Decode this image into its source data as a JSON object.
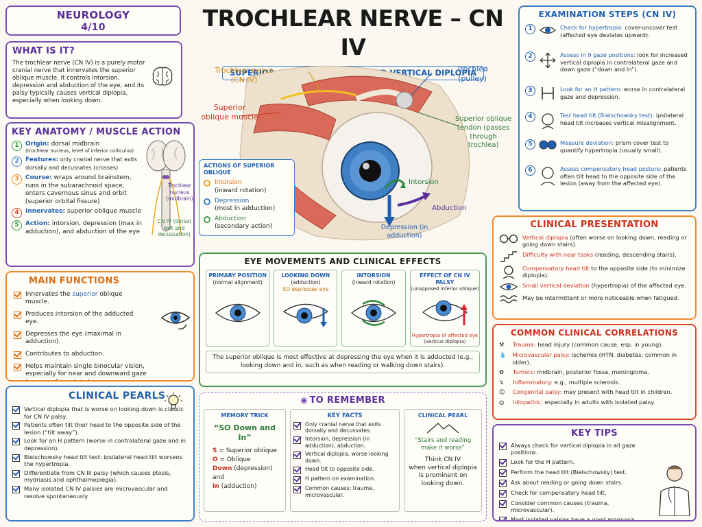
{
  "title": {
    "main": "TROCHLEAR NERVE – CN IV",
    "subtitle": "SUPERIOR OBLIQUE FUNCTION AND VERTICAL DIPLOPIA"
  },
  "badge": {
    "subject": "NEUROLOGY",
    "page": "4/10"
  },
  "what_is_it": {
    "heading": "WHAT IS IT?",
    "text": "The trochlear nerve (CN IV) is a purely motor cranial nerve that innervates the superior oblique muscle. It controls intorsion, depression and abduction of the eye, and its palsy typically causes vertical diplopia, especially when looking down."
  },
  "anatomy": {
    "heading": "KEY ANATOMY / MUSCLE ACTION",
    "items": [
      {
        "n": "1",
        "label": "Origin:",
        "text": " dorsal midbrain",
        "sub": "(trochlear nucleus, level of inferior colliculus)"
      },
      {
        "n": "2",
        "label": "Features:",
        "text": " only cranial nerve that exits dorsally and decussates (crosses)",
        "sub": ""
      },
      {
        "n": "3",
        "label": "Course:",
        "text": " wraps around brainstem, runs in the subarachnoid space, enters cavernous sinus and orbit (superior orbital fissure)",
        "sub": ""
      },
      {
        "n": "4",
        "label": "Innervates:",
        "text": " superior oblique muscle",
        "sub": ""
      },
      {
        "n": "5",
        "label": "Action:",
        "text": " intorsion, depression (max in adduction), and abduction of the eye",
        "sub": ""
      }
    ],
    "labels": {
      "nucleus": "Trochlear nucleus (midbrain)",
      "exit": "CN IV (dorsal exit and decussation)"
    }
  },
  "functions": {
    "heading": "MAIN FUNCTIONS",
    "items": [
      {
        "pre": "Innervates the ",
        "hl": "superior",
        "post": " oblique muscle."
      },
      {
        "pre": "Produces intorsion of the adducted eye.",
        "hl": "",
        "post": ""
      },
      {
        "pre": "Depresses the eye (maximal in adduction).",
        "hl": "",
        "post": ""
      },
      {
        "pre": "Contributes to abduction.",
        "hl": "",
        "post": ""
      },
      {
        "pre": "Helps maintain single binocular vision, especially for near and downward gaze (e.g., reading, stairs).",
        "hl": "",
        "post": ""
      }
    ]
  },
  "pearls": {
    "heading": "CLINICAL PEARLS",
    "items": [
      "Vertical diplopia that is worse on looking down is classic for CN IV palsy.",
      "Patients often tilt their head to the opposite side of the lesion (“tilt away”).",
      "Look for an H pattern (worse in contralateral gaze and in depression).",
      "Bielschowsky head tilt test: ipsilateral head tilt worsens the hypertropia.",
      "Differentiate from CN III palsy (which causes ptosis, mydriasis and ophthalmoplegia).",
      "Many isolated CN IV palsies are microvascular and resolve spontaneously."
    ]
  },
  "illustration": {
    "labels": {
      "nerve": "Trochlear nerve (CN IV)",
      "muscle": "Superior oblique muscle",
      "trochlea": "Trochlea (pulley)",
      "tendon": "Superior oblique tendon (passes through trochlea)",
      "intorsion": "Intorsion",
      "abduction": "Abduction",
      "depression": "Depression (in adduction)"
    },
    "actions": {
      "heading": "ACTIONS OF SUPERIOR OBLIQUE",
      "items": [
        {
          "name": "Intorsion",
          "desc": "(inward rotation)",
          "color": "#f0a030"
        },
        {
          "name": "Depression",
          "desc": "(most in adduction)",
          "color": "#3c7fc9"
        },
        {
          "name": "Abduction",
          "desc": "(secondary action)",
          "color": "#4a9a55"
        }
      ]
    }
  },
  "movements": {
    "heading": "EYE MOVEMENTS AND CLINICAL EFFECTS",
    "panels": [
      {
        "title": "PRIMARY POSITION",
        "sub": "(normal alignment)",
        "note": ""
      },
      {
        "title": "LOOKING DOWN",
        "sub": "(adduction)",
        "note": "SO depresses eye"
      },
      {
        "title": "INTORSION",
        "sub": "(inward rotation)",
        "note": ""
      },
      {
        "title": "EFFECT OF CN IV PALSY",
        "sub": "(unopposed inferior oblique)",
        "note": "Hypertropia of affected eye",
        "note2": "(vertical diplopia)"
      }
    ],
    "summary": "The superior oblique is most effective at depressing the eye when it is adducted (e.g., looking down and in, such as when reading or walking down stairs)."
  },
  "remember": {
    "heading": "TO REMEMBER",
    "memory": {
      "heading": "MEMORY TRICK",
      "quote": "“SO Down and In”",
      "lines": [
        {
          "k": "S",
          "v": " = Superior oblique"
        },
        {
          "k": "O",
          "v": " = Oblique"
        },
        {
          "k": "Down",
          "v": " (depression)"
        },
        {
          "k": "and",
          "v": ""
        },
        {
          "k": "In",
          "v": " (adduction)"
        }
      ]
    },
    "facts": {
      "heading": "KEY FACTS",
      "items": [
        "Only cranial nerve that exits dorsally and decussates.",
        "Intorsion, depression (in adduction), abduction.",
        "Vertical diplopia, worse looking down.",
        "Head tilt to opposite side.",
        "H pattern on examination.",
        "Common causes: trauma, microvascular."
      ]
    },
    "pearl": {
      "heading": "CLINICAL PEARL",
      "quote": "“Stairs and reading make it worse”",
      "think": "Think CN IV",
      "tail": "when vertical diplopia is prominent on looking down."
    }
  },
  "exam": {
    "heading": "EXAMINATION STEPS (CN IV)",
    "steps": [
      {
        "n": "1",
        "label": "Check for hypertropia:",
        "text": " cover-uncover test (affected eye deviates upward).",
        "icon": "eye-icon"
      },
      {
        "n": "2",
        "label": "Assess in 9 gaze positions:",
        "text": " look for increased vertical diplopia in contralateral gaze and down gaze (“down and in”).",
        "icon": "gaze-arrows-icon"
      },
      {
        "n": "3",
        "label": "Look for an H pattern:",
        "text": " worse in contralateral gaze and depression.",
        "icon": "h-pattern-icon"
      },
      {
        "n": "4",
        "label": "Test head tilt (Bielschowsky test):",
        "text": " ipsilateral head tilt increases vertical misalignment.",
        "icon": "head-tilt-icon"
      },
      {
        "n": "5",
        "label": "Measure deviation:",
        "text": " prism cover test to quantify hypertropia (usually small).",
        "icon": "prism-icon"
      },
      {
        "n": "6",
        "label": "Assess compensatory head posture:",
        "text": " patients often tilt head to the opposite side of the lesion (away from the affected eye).",
        "icon": "head-posture-icon"
      }
    ]
  },
  "presentation": {
    "heading": "CLINICAL PRESENTATION",
    "items": [
      {
        "hl": "Vertical diplopia",
        "text": " (often worse on looking down, reading or going down stairs).",
        "icon": "glasses-icon"
      },
      {
        "hl": "Difficulty with near tasks",
        "text": " (reading, descending stairs).",
        "icon": "stairs-icon"
      },
      {
        "hl": "Compensatory head tilt",
        "text": " to the opposite side (to minimize diplopia).",
        "icon": "tilted-head-icon"
      },
      {
        "hl": "Small vertical deviation",
        "text": " (hypertropia) of the affected eye.",
        "icon": "eye-icon"
      },
      {
        "hl": "",
        "text": "May be intermittent or more noticeable when fatigued.",
        "icon": "wave-icon"
      }
    ]
  },
  "correlations": {
    "heading": "COMMON CLINICAL CORRELATIONS",
    "items": [
      {
        "hl": "Trauma:",
        "text": " head injury (common cause, esp. in young).",
        "icon": "hammer-icon"
      },
      {
        "hl": "Microvascular palsy:",
        "text": " ischemia (HTN, diabetes; common in older).",
        "icon": "drop-icon"
      },
      {
        "hl": "Tumors:",
        "text": " midbrain, posterior fossa, meningioma.",
        "icon": "brain-icon"
      },
      {
        "hl": "Inflammatory:",
        "text": " e.g., multiple sclerosis.",
        "icon": "lightning-icon"
      },
      {
        "hl": "Congenital palsy:",
        "text": " may present with head tilt in children.",
        "icon": "baby-icon"
      },
      {
        "hl": "Idiopathic:",
        "text": " especially in adults with isolated palsy.",
        "icon": "target-icon"
      }
    ]
  },
  "tips": {
    "heading": "KEY TIPS",
    "items": [
      "Always check for vertical diplopia in all gaze positions.",
      "Look for the H pattern.",
      "Perform the head tilt (Bielschowsky) test.",
      "Ask about reading or going down stairs.",
      "Check for compensatory head tilt.",
      "Consider common causes (trauma, microvascular).",
      "Most isolated palsies have a good prognosis."
    ]
  }
}
